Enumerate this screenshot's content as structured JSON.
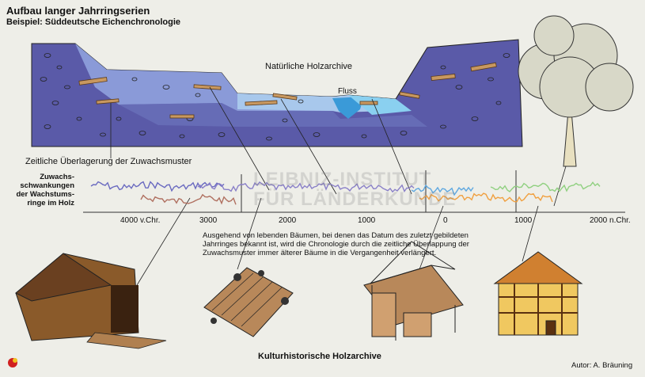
{
  "title": "Aufbau langer Jahrringserien",
  "subtitle": "Beispiel: Süddeutsche Eichenchronologie",
  "labels": {
    "natural_archives": "Natürliche Holzarchive",
    "river": "Fluss",
    "overlay": "Zeitliche Überlagerung der Zuwachsmuster",
    "y_axis": [
      "Zuwachs-",
      "schwankungen",
      "der Wachstums-",
      "ringe im Holz"
    ],
    "cultural_archives": "Kulturhistorische Holzarchive",
    "author": "Autor:  A. Bräuning"
  },
  "description": "Ausgehend von lebenden Bäumen, bei denen das Datum des zuletzt gebildeten Jahrringes bekannt ist, wird die Chronologie durch die zeitliche Überlappung der Zuwachsmuster immer älterer Bäume in die Vergangenheit verlängert.",
  "watermark": [
    "LEIBNIZ-INSTITUT",
    "FÜR LÄNDERKUNDE"
  ],
  "axis_ticks": [
    "4000 v.Chr.",
    "3000",
    "2000",
    "1000",
    "0",
    "1000",
    "2000 n.Chr."
  ],
  "series": [
    {
      "color": "#6a6ac0"
    },
    {
      "color": "#b07060"
    },
    {
      "color": "#8a80c8"
    },
    {
      "color": "#5fa8e0"
    },
    {
      "color": "#f0a040"
    },
    {
      "color": "#90d080"
    }
  ],
  "colors": {
    "valley_dark": "#5a5aa8",
    "valley_mid": "#8a9ad8",
    "water": "#7ac8ec",
    "wood": "#c89860"
  }
}
